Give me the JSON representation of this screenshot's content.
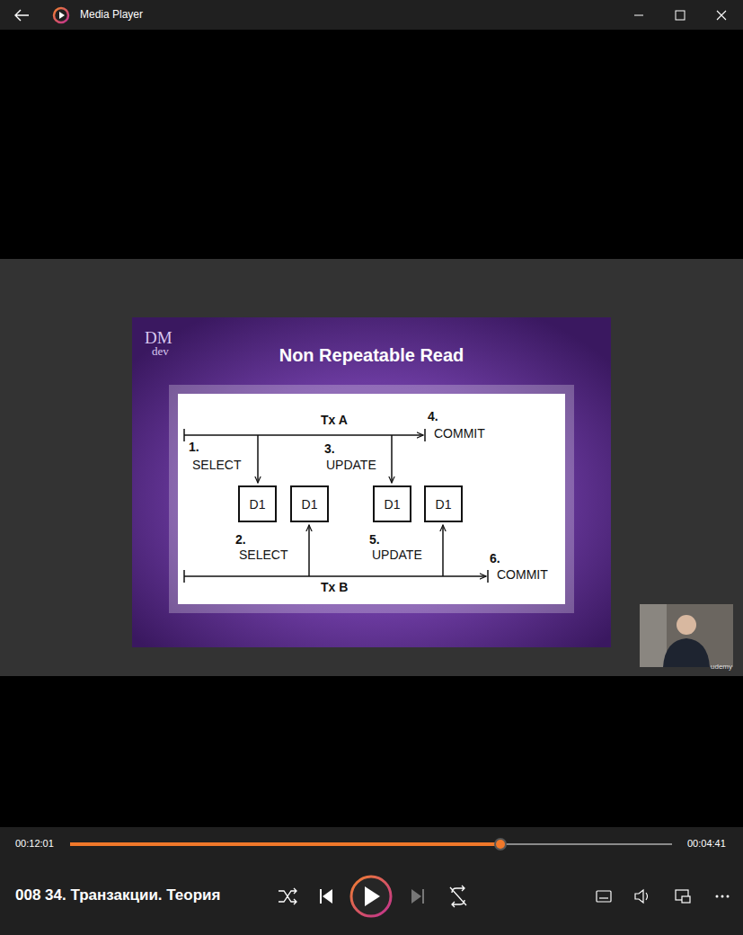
{
  "diagram": {
    "title": "Non Repeatable Read",
    "nodes": [
      {
        "text": [
          "D1"
        ]
      },
      {
        "text": [
          "D1"
        ]
      },
      {
        "text": [
          "D1"
        ]
      },
      {
        "text": [
          "D1"
        ]
      }
    ],
    "labels": [
      "Media Player",
      "DM",
      "dev",
      "Tx A",
      "1.",
      "SELECT",
      "3.",
      "UPDATE",
      "4.",
      "COMMIT",
      "2.",
      "SELECT",
      "5.",
      "UPDATE",
      "6.",
      "COMMIT",
      "Tx B",
      "udemy",
      "00:12:01",
      "00:04:41",
      "008 34. Транзакции. Теория"
    ]
  }
}
